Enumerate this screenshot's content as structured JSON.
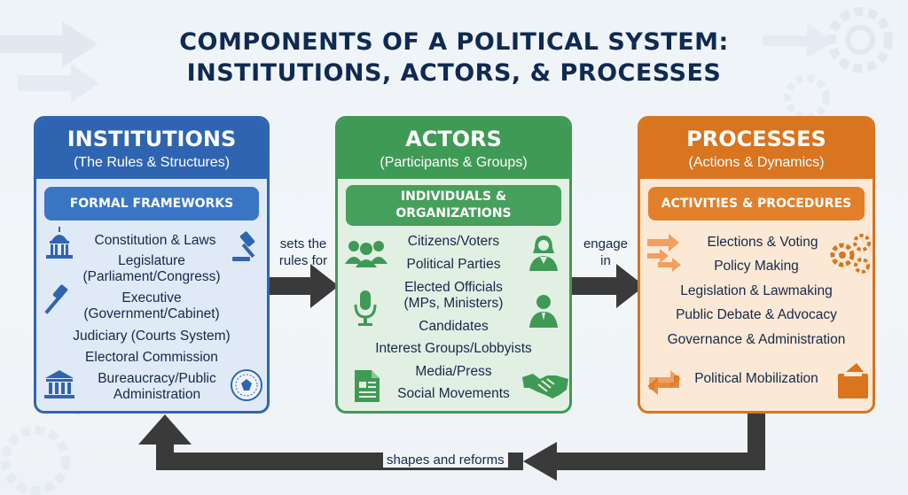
{
  "title": {
    "line1": "COMPONENTS OF A POLITICAL SYSTEM:",
    "line2": "INSTITUTIONS, ACTORS, & PROCESSES"
  },
  "institutions": {
    "title": "INSTITUTIONS",
    "subtitle": "(The Rules & Structures)",
    "banner": "FORMAL FRAMEWORKS",
    "items": [
      "Constitution & Laws",
      "Legislature",
      "(Parliament/Congress)",
      "Executive",
      "(Government/Cabinet)",
      "Judiciary (Courts System)",
      "Electoral Commission",
      "Bureaucracy/Public",
      "Administration"
    ],
    "icons": [
      "capitol-building-icon",
      "gavel-icon",
      "gavel-icon",
      "government-building-icon",
      "seal-icon"
    ]
  },
  "actors": {
    "title": "ACTORS",
    "subtitle": "(Participants & Groups)",
    "banner_line1": "INDIVIDUALS &",
    "banner_line2": "ORGANIZATIONS",
    "items": [
      "Citizens/Voters",
      "Political Parties",
      "Elected Officials",
      "(MPs, Ministers)",
      "Candidates",
      "Interest Groups/Lobbyists",
      "Media/Press",
      "Social Movements"
    ],
    "icons": [
      "people-group-icon",
      "woman-official-icon",
      "microphone-icon",
      "man-official-icon",
      "document-icon",
      "handshake-icon"
    ]
  },
  "processes": {
    "title": "PROCESSES",
    "subtitle": "(Actions & Dynamics)",
    "banner": "ACTIVITIES & PROCEDURES",
    "items": [
      "Elections & Voting",
      "Policy Making",
      "Legislation & Lawmaking",
      "Public Debate & Advocacy",
      "Governance & Administration",
      "Political Mobilization"
    ],
    "icons": [
      "arrows-icon",
      "gears-icon",
      "exchange-arrows-icon",
      "ballot-box-icon"
    ]
  },
  "connectors": {
    "inst_to_actors_line1": "sets the",
    "inst_to_actors_line2": "rules for",
    "actors_to_proc_line1": "engage",
    "actors_to_proc_line2": "in",
    "feedback": "shapes and reforms"
  },
  "colors": {
    "institutions": "#2f65b0",
    "actors": "#3f9a55",
    "processes": "#d9741f",
    "arrow": "#3a3a3a",
    "title": "#0f2a52"
  }
}
